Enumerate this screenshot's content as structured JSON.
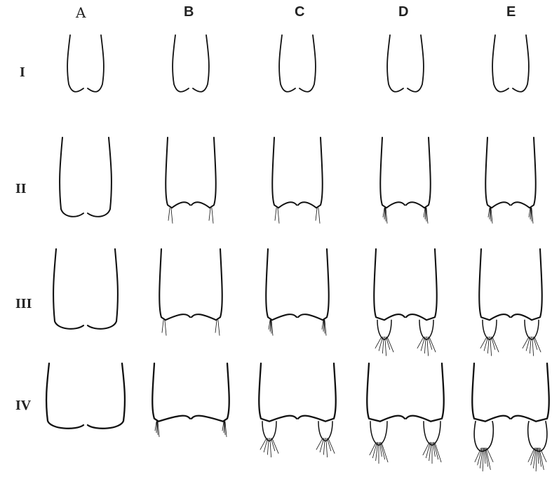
{
  "columns": [
    {
      "label": "A"
    },
    {
      "label": "B"
    },
    {
      "label": "C"
    },
    {
      "label": "D"
    },
    {
      "label": "E"
    }
  ],
  "rows": [
    {
      "label": "I"
    },
    {
      "label": "II"
    },
    {
      "label": "III"
    },
    {
      "label": "IV"
    }
  ]
}
